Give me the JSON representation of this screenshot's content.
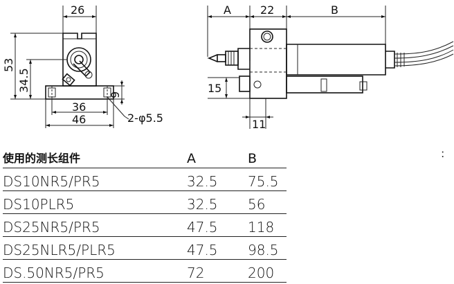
{
  "drawing": {
    "left_view": {
      "dim_width": "26",
      "dim_height": "53",
      "dim_mid_height": "34.5",
      "dim_base_height": "9",
      "dim_hole_pitch": "36",
      "dim_base_width": "46",
      "hole_callout": "2-φ5.5"
    },
    "right_view": {
      "dim_a": "A",
      "dim_body": "22",
      "dim_b": "B",
      "dim_base_height": "15",
      "dim_base_depth": "11"
    }
  },
  "table": {
    "headers": [
      "使用的测长组件",
      "A",
      "B"
    ],
    "rows": [
      [
        "DS10NR5/PR5",
        "32.5",
        "75.5"
      ],
      [
        "DS10PLR5",
        "32.5",
        "56"
      ],
      [
        "DS25NR5/PR5",
        "47.5",
        "118"
      ],
      [
        "DS25NLR5/PLR5",
        "47.5",
        "98.5"
      ],
      [
        "DS.50NR5/PR5",
        "72",
        "200"
      ]
    ]
  },
  "stray_mark": ":"
}
